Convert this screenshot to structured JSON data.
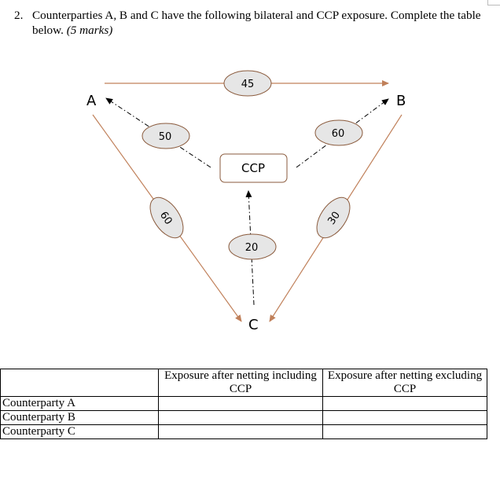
{
  "question": {
    "number": "2.",
    "text": "Counterparties A, B and C have the following bilateral and CCP exposure. Complete the table below.",
    "marks": "(5 marks)"
  },
  "diagram": {
    "nodes": {
      "A": "A",
      "B": "B",
      "C": "C",
      "CCP": "CCP"
    },
    "bilateral_color": "#c0805a",
    "ccp_line_color": "#000000",
    "pill_fill": "#e6e6e6",
    "exposures": {
      "A_to_B": "45",
      "CCP_to_A": "50",
      "CCP_to_B": "60",
      "A_to_C": "60",
      "B_to_C": "30",
      "C_to_CCP": "20"
    }
  },
  "table": {
    "headers": [
      "",
      "Exposure after netting including CCP",
      "Exposure after netting excluding CCP"
    ],
    "rows": [
      {
        "label": "Counterparty A",
        "including": "",
        "excluding": ""
      },
      {
        "label": "Counterparty B",
        "including": "",
        "excluding": ""
      },
      {
        "label": "Counterparty C",
        "including": "",
        "excluding": ""
      }
    ]
  }
}
